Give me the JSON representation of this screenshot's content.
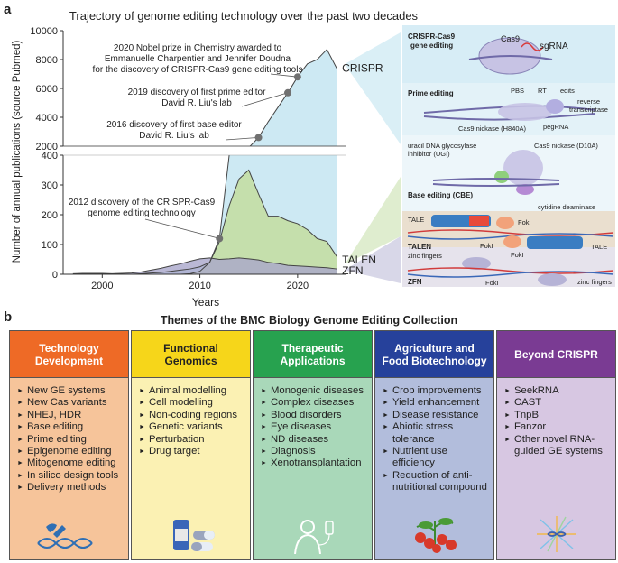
{
  "panel_a": {
    "label": "a",
    "title": "Trajectory of genome editing technology over the past two decades",
    "ylabel": "Number of annual publications (source Pubmed)",
    "xlabel": "Years",
    "annotations": [
      "2020 Nobel prize in Chemistry awarded to",
      "Emmanuelle Charpentier and Jennifer Doudna",
      "for the discovery of CRISPR-Cas9 gene editing tools",
      "2019 discovery of first prime editor",
      "David R. Liu's lab",
      "2016 discovery of first base editor",
      "David R. Liu's lab",
      "2012 discovery of the CRISPR-Cas9",
      "genome editing technology"
    ],
    "diagram": {
      "crispr": {
        "title1": "CRISPR-Cas9",
        "title2": "gene editing",
        "cas9": "Cas9",
        "sgrna": "sgRNA"
      },
      "prime": {
        "title": "Prime editing",
        "pbs": "PBS",
        "rt": "RT",
        "edits": "edits",
        "rt_label1": "reverse",
        "rt_label2": "transcriptase",
        "nickase": "Cas9 nickase (H840A)",
        "pegrna": "pegRNA"
      },
      "base": {
        "title": "Base editing (CBE)",
        "ugi1": "uracil DNA glycosylase",
        "ugi2": "inhibitor (UGI)",
        "nickase": "Cas9 nickase (D10A)",
        "deaminase": "cytidine deaminase"
      },
      "talen": {
        "title": "TALEN",
        "tale1": "TALE",
        "tale2": "TALE",
        "foki1": "FokI",
        "foki2": "FokI"
      },
      "zfn": {
        "title": "ZFN",
        "zf1": "zinc fingers",
        "zf2": "zinc fingers",
        "foki1": "FokI",
        "foki2": "FokI"
      }
    },
    "colors": {
      "crispr": "#cde9f3",
      "talen": "#c4dea8",
      "zfn": "#a9a6cb",
      "line": "#444444",
      "marker": "#707070"
    }
  },
  "chart_data": {
    "type": "area",
    "x": [
      1997,
      1998,
      1999,
      2000,
      2001,
      2002,
      2003,
      2004,
      2005,
      2006,
      2007,
      2008,
      2009,
      2010,
      2011,
      2012,
      2013,
      2014,
      2015,
      2016,
      2017,
      2018,
      2019,
      2020,
      2021,
      2022,
      2023,
      2024
    ],
    "series": [
      {
        "name": "CRISPR",
        "values": [
          0,
          0,
          0,
          0,
          0,
          0,
          0,
          2,
          4,
          6,
          10,
          14,
          18,
          25,
          40,
          120,
          400,
          1000,
          1900,
          2600,
          3700,
          4700,
          5700,
          6800,
          7700,
          8000,
          8700,
          7400
        ]
      },
      {
        "name": "TALEN",
        "values": [
          0,
          0,
          0,
          0,
          0,
          0,
          0,
          0,
          0,
          0,
          0,
          0,
          2,
          10,
          40,
          110,
          230,
          320,
          350,
          270,
          195,
          195,
          180,
          170,
          150,
          120,
          110,
          60
        ]
      },
      {
        "name": "ZFN",
        "values": [
          2,
          3,
          3,
          3,
          2,
          3,
          4,
          8,
          14,
          20,
          28,
          35,
          44,
          52,
          55,
          50,
          52,
          55,
          52,
          48,
          40,
          36,
          30,
          28,
          26,
          24,
          22,
          18
        ]
      }
    ],
    "highlighted_points": [
      {
        "x": 2012,
        "y": 120
      },
      {
        "x": 2016,
        "y": 2600
      },
      {
        "x": 2019,
        "y": 5700
      },
      {
        "x": 2020,
        "y": 6800
      }
    ],
    "ylim_upper": [
      2000,
      10000
    ],
    "yticks_upper": [
      2000,
      4000,
      6000,
      8000,
      10000
    ],
    "ylim_lower": [
      0,
      400
    ],
    "yticks_lower": [
      0,
      100,
      200,
      300,
      400
    ],
    "xlim": [
      1996,
      2025
    ],
    "xticks": [
      2000,
      2010,
      2020
    ],
    "broken_axis": true,
    "grid": false
  },
  "panel_b": {
    "label": "b",
    "title": "Themes of the BMC Biology Genome Editing Collection",
    "columns": [
      {
        "title": "Technology Development",
        "head_color": "#ee6a26",
        "head_text": "#ffffff",
        "body_color": "#f6c49a",
        "items": [
          "New GE systems",
          "New Cas variants",
          "NHEJ, HDR",
          "Base editing",
          "Prime editing",
          "Epigenome editing",
          "Mitogenome editing",
          "In silico design tools",
          "Delivery methods"
        ],
        "icon": "dna-hand-icon"
      },
      {
        "title": "Functional Genomics",
        "head_color": "#f6d61a",
        "head_text": "#222222",
        "body_color": "#fbf1b3",
        "items": [
          "Animal modelling",
          "Cell modelling",
          "Non-coding regions",
          "Genetic variants",
          "Perturbation",
          "Drug target"
        ],
        "icon": "pills-icon"
      },
      {
        "title": "Therapeutic Applications",
        "head_color": "#27a24f",
        "head_text": "#ffffff",
        "body_color": "#a9d8b9",
        "items": [
          "Monogenic diseases",
          "Complex diseases",
          "Blood disorders",
          "Eye diseases",
          "ND diseases",
          "Diagnosis",
          "Xenotransplantation"
        ],
        "icon": "patient-iv-icon"
      },
      {
        "title": "Agriculture and Food Biotechnology",
        "head_color": "#26419b",
        "head_text": "#ffffff",
        "body_color": "#b2bddc",
        "items": [
          "Crop improvements",
          "Yield enhancement",
          "Disease resistance",
          "Abiotic stress tolerance",
          "Nutrient use efficiency",
          "Reduction of anti-nutritional compound"
        ],
        "icon": "tomato-plant-icon"
      },
      {
        "title": "Beyond CRISPR",
        "head_color": "#7a3b93",
        "head_text": "#ffffff",
        "body_color": "#d7c7e2",
        "items": [
          "SeekRNA",
          "CAST",
          "TnpB",
          "Fanzor",
          "Other novel RNA-guided GE systems"
        ],
        "icon": "dna-burst-icon"
      }
    ]
  }
}
